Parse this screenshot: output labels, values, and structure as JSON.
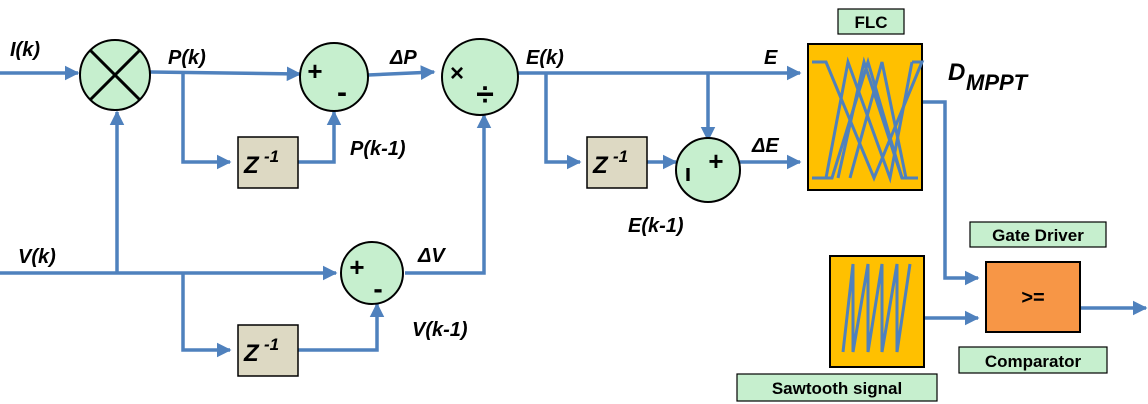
{
  "signals": {
    "input_current": "I(k)",
    "power": "P(k)",
    "input_voltage": "V(k)",
    "power_prev": "P(k-1)",
    "voltage_prev": "V(k-1)",
    "delta_power": "ΔP",
    "delta_voltage": "ΔV",
    "error": "E(k)",
    "error_short": "E",
    "error_prev": "E(k-1)",
    "delta_error": "ΔE",
    "duty_main": "D",
    "duty_sub": "MPPT"
  },
  "delay_blocks": {
    "base": "Z",
    "exponent": "-1"
  },
  "operators": {
    "multiply": "×",
    "plus": "+",
    "minus": "-",
    "divide": "÷",
    "compare": ">="
  },
  "tags": {
    "flc": "FLC",
    "gate_driver": "Gate Driver",
    "comparator": "Comparator",
    "sawtooth": "Sawtooth signal"
  },
  "colors": {
    "wire": "#4f81bd",
    "sum_block": "#c6efce",
    "delay_block": "#ddd9c3",
    "flc_block": "#ffc000",
    "comparator_block": "#f79646"
  }
}
